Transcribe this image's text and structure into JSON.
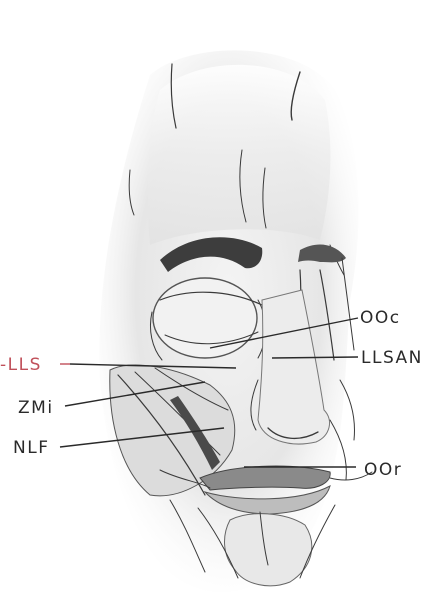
{
  "figure": {
    "labels": {
      "ooc": "OOc",
      "llsan": "LLSAN",
      "lls": "-LLS",
      "zmi": "ZMi",
      "nlf": "NLF",
      "oor": "OOr"
    },
    "colors": {
      "ink": "#2a2a2a",
      "lls_label": "#c0505a",
      "background": "#ffffff"
    }
  }
}
